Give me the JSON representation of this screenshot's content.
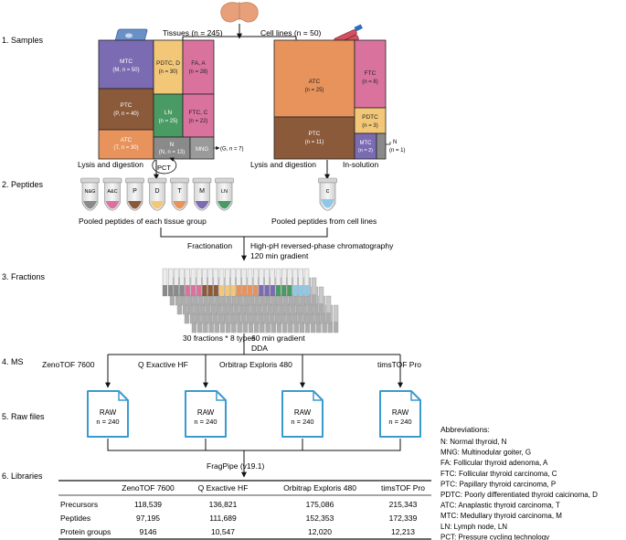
{
  "steps": {
    "samples": "1. Samples",
    "peptides": "2. Peptides",
    "fractions": "3. Fractions",
    "ms": "4. MS",
    "raw": "5. Raw files",
    "libraries": "6. Libraries"
  },
  "samples": {
    "tissues_title": "Tissues (n = 245)",
    "cells_title": "Cell lines (n = 50)",
    "tissue_boxes": [
      {
        "l1": "MTC",
        "l2": "(M, n = 50)",
        "color": "#7b6bb3"
      },
      {
        "l1": "PTC",
        "l2": "(P, n = 40)",
        "color": "#8a5a3a"
      },
      {
        "l1": "ATC",
        "l2": "(T, n = 30)",
        "color": "#e8925c"
      },
      {
        "l1": "PDTC, D",
        "l2": "(n = 30)",
        "color": "#f2c878"
      },
      {
        "l1": "FA, A",
        "l2": "(n = 28)",
        "color": "#d9739e"
      },
      {
        "l1": "LN",
        "l2": "(n = 25)",
        "color": "#4a9a64"
      },
      {
        "l1": "FTC, C",
        "l2": "(n = 22)",
        "color": "#d9739e"
      },
      {
        "l1": "N",
        "l2": "(N, n = 13)",
        "color": "#8a8a8a"
      },
      {
        "l1": "MNG",
        "l2": "",
        "color": "#9a9a9a"
      }
    ],
    "mng_note": "(G, n = 7)",
    "cell_boxes": [
      {
        "l1": "ATC",
        "l2": "(n = 25)",
        "color": "#e8925c"
      },
      {
        "l1": "FTC",
        "l2": "(n = 8)",
        "color": "#d9739e"
      },
      {
        "l1": "PTC",
        "l2": "(n = 11)",
        "color": "#8a5a3a"
      },
      {
        "l1": "PDTC",
        "l2": "(n = 3)",
        "color": "#f2c878"
      },
      {
        "l1": "MTC",
        "l2": "(n = 2)",
        "color": "#7b6bb3"
      }
    ],
    "n_note": "N",
    "n_note2": "(n = 1)",
    "lysis_left": "Lysis and digestion",
    "lysis_right": "Lysis and digestion",
    "in_solution": "In-solution",
    "pct": "PCT"
  },
  "peptides": {
    "tubes": [
      {
        "label": "N&G",
        "color": "#8a8a8a"
      },
      {
        "label": "A&C",
        "color": "#d9739e"
      },
      {
        "label": "P",
        "color": "#8a5a3a"
      },
      {
        "label": "D",
        "color": "#f2c878"
      },
      {
        "label": "T",
        "color": "#e8925c"
      },
      {
        "label": "M",
        "color": "#7b6bb3"
      },
      {
        "label": "LN",
        "color": "#4a9a64"
      }
    ],
    "cell_tube": {
      "label": "c",
      "color": "#8ec8e8"
    },
    "pooled_left": "Pooled peptides of each tissue group",
    "pooled_right": "Pooled peptides from cell lines"
  },
  "fractionation": {
    "label": "Fractionation",
    "method1": "High-pH reversed-phase chromatography",
    "method2": "120 min gradient"
  },
  "fractions": {
    "note": "30 fractions * 8 types",
    "gradient": "60 min gradient",
    "dda": "DDA"
  },
  "ms": {
    "instruments": [
      "ZenoTOF 7600",
      "Q Exactive HF",
      "Orbitrap Exploris 480",
      "timsTOF Pro"
    ]
  },
  "raw": {
    "files": [
      {
        "title": "RAW",
        "n": "n = 240"
      },
      {
        "title": "RAW",
        "n": "n = 240"
      },
      {
        "title": "RAW",
        "n": "n = 240"
      },
      {
        "title": "RAW",
        "n": "n = 240"
      }
    ]
  },
  "fragpipe": "FragPipe (v19.1)",
  "table": {
    "headers": [
      "",
      "ZenoTOF 7600",
      "Q Exactive HF",
      "Orbitrap Exploris 480",
      "timsTOF Pro"
    ],
    "rows": [
      [
        "Precursors",
        "118,539",
        "136,821",
        "175,086",
        "215,343"
      ],
      [
        "Peptides",
        "97,195",
        "111,689",
        "152,353",
        "172,339"
      ],
      [
        "Protein groups",
        "9146",
        "10,547",
        "12,020",
        "12,213"
      ]
    ]
  },
  "abbreviations": {
    "title": "Abbreviations:",
    "items": [
      "N: Normal thyroid, N",
      "MNG: Multinodular goiter, G",
      "FA: Follicular thyroid adenoma, A",
      "FTC: Follicular thyroid carcinoma, C",
      "PTC: Papillary thyroid carcinoma, P",
      "PDTC: Poorly differentiated thyroid caicinoma, D",
      "ATC: Anaplastic thyroid carcinoma, T",
      "MTC: Medullary thyroid carcinoma, M",
      "LN: Lymph node, LN",
      "PCT: Pressure cycling technology"
    ]
  },
  "fraction_colors": [
    "#8a8a8a",
    "#d9739e",
    "#8a5a3a",
    "#f2c878",
    "#e8925c",
    "#7b6bb3",
    "#4a9a64",
    "#8ec8e8"
  ]
}
